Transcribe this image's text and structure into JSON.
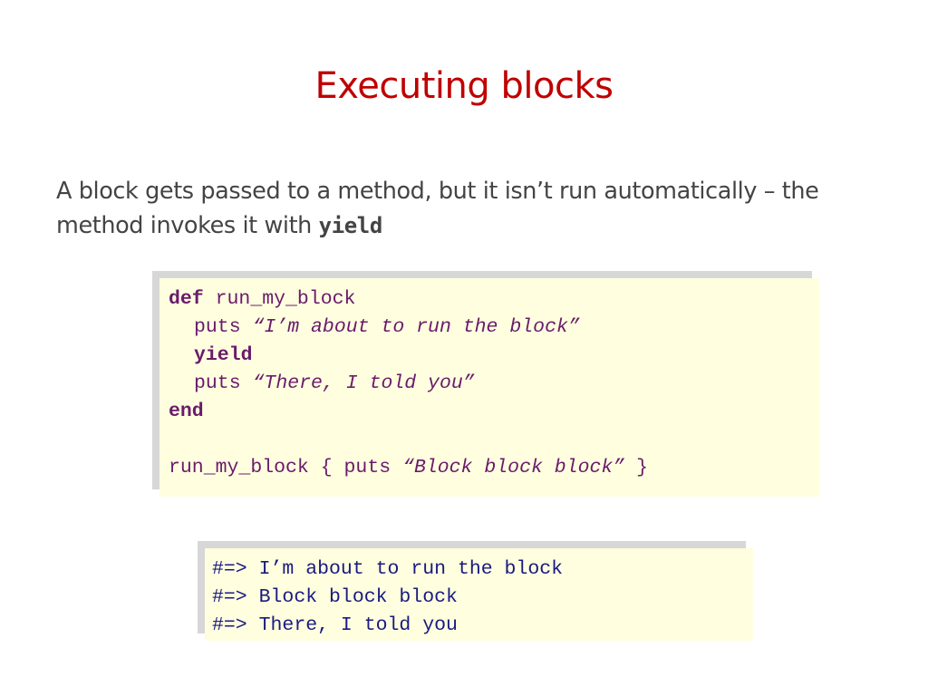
{
  "slide": {
    "title": "Executing blocks",
    "body": {
      "text": "A block gets passed to a method, but it isn’t run automatically – the method invokes it with ",
      "code_word": "yield"
    },
    "code_block": {
      "line1_kw": "def",
      "line1_rest": " run_my_block",
      "line2_cmd": "puts ",
      "line2_str": "“I’m about to run the block”",
      "line3_kw": "yield",
      "line4_cmd": "puts ",
      "line4_str": "“There, I told you”",
      "line5_kw": "end",
      "line7_pre": "run_my_block { puts ",
      "line7_str": "“Block block block”",
      "line7_post": " }"
    },
    "output_block": {
      "lines": [
        "#=> I’m about to run the block",
        "#=> Block block block",
        "#=> There, I told you"
      ]
    }
  }
}
